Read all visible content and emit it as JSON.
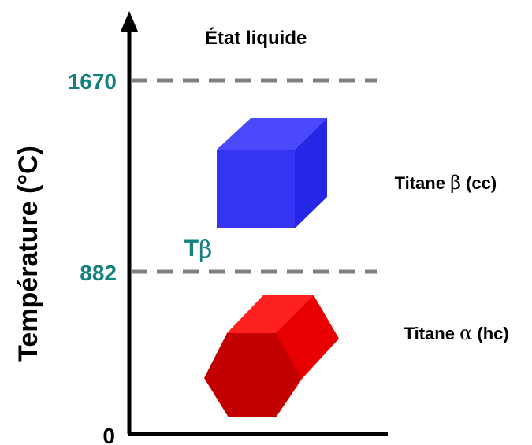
{
  "diagram": {
    "y_axis_label": "Température (°C)",
    "origin_label": "0",
    "top_label": "État liquide",
    "levels": [
      {
        "value": "1670",
        "line_style": "dashed"
      },
      {
        "value": "882",
        "line_style": "dashed"
      }
    ],
    "transition_symbol": {
      "prefix": "T",
      "greek": "β"
    },
    "phases": [
      {
        "prefix": "Titane ",
        "greek": "β",
        "suffix": " (cc)",
        "shape": "cube",
        "color": "#2b2bf0"
      },
      {
        "prefix": "Titane ",
        "greek": "α",
        "suffix": " (hc)",
        "shape": "hexagonal-prism",
        "color": "#e00000"
      }
    ],
    "colors": {
      "value_labels": "#15807f",
      "dashed_lines": "#808080",
      "axes": "#000000"
    }
  }
}
